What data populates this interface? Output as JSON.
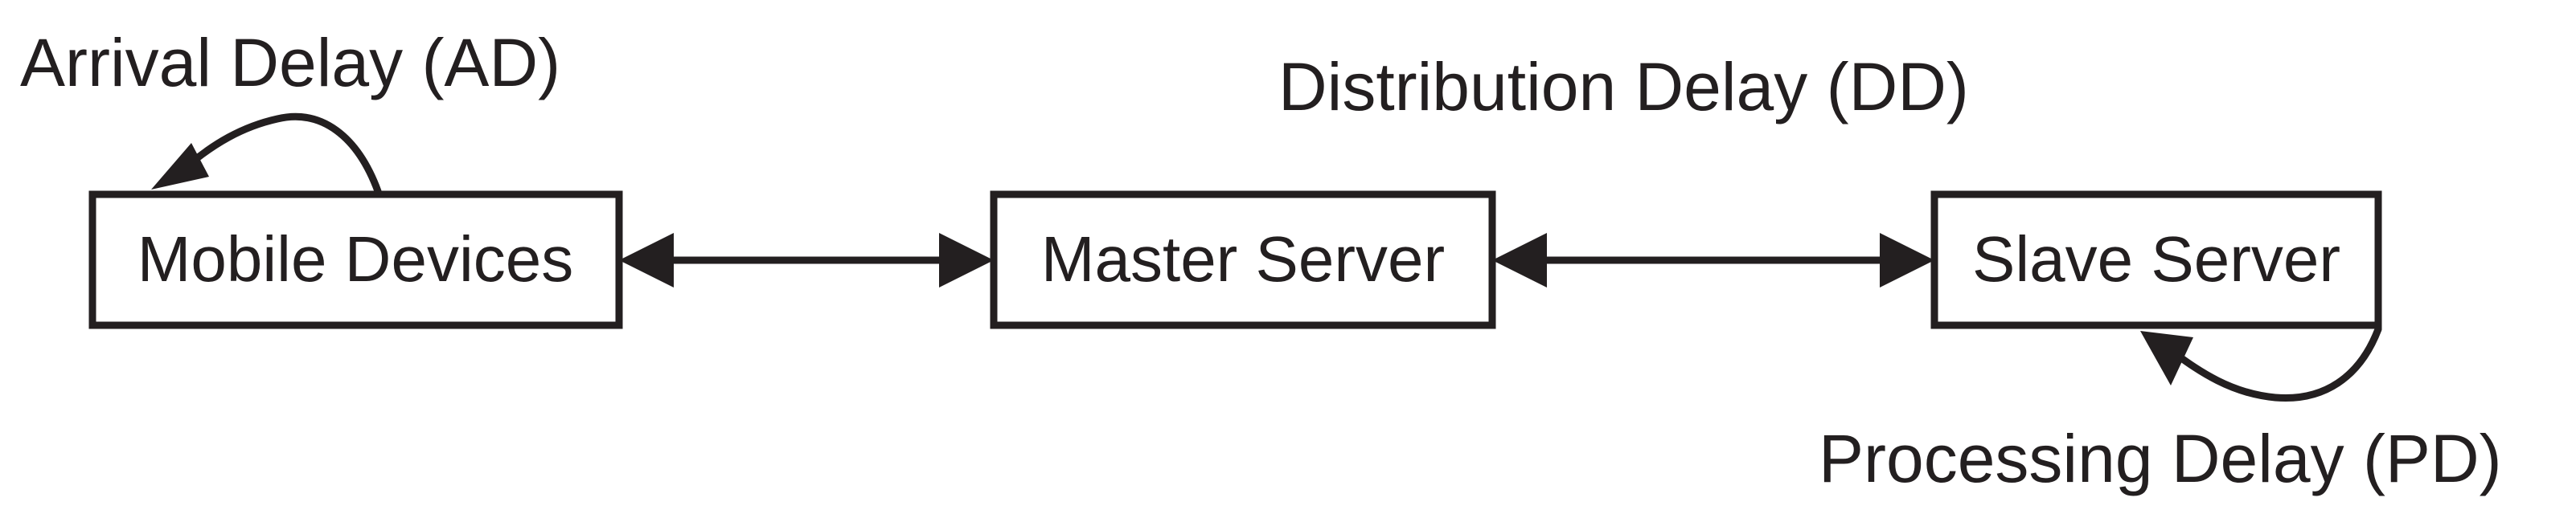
{
  "colors": {
    "stroke": "#231f20",
    "text": "#231f20",
    "background": "#ffffff"
  },
  "nodes": {
    "mobile": {
      "label": "Mobile Devices"
    },
    "master": {
      "label": "Master Server"
    },
    "slave": {
      "label": "Slave Server"
    }
  },
  "labels": {
    "arrival_delay": "Arrival Delay (AD)",
    "distribution_delay": "Distribution Delay (DD)",
    "processing_delay": "Processing Delay (PD)"
  }
}
